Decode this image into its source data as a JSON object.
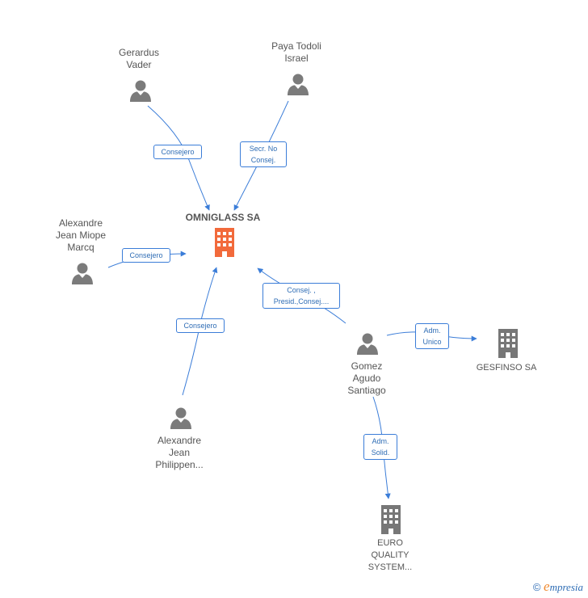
{
  "colors": {
    "edge": "#3b7dd8",
    "person_icon": "#7b7b7b",
    "company_icon": "#777777",
    "main_company_icon": "#f26a3b",
    "label_text": "#555555"
  },
  "nodes": {
    "omniglass": {
      "label": "OMNIGLASS SA",
      "icon": "building-icon"
    },
    "gerardus": {
      "label": "Gerardus\nVader",
      "icon": "person-icon"
    },
    "paya": {
      "label": "Paya Todoli\nIsrael",
      "icon": "person-icon"
    },
    "alexandre_marcq": {
      "label": "Alexandre\nJean Miope\nMarcq",
      "icon": "person-icon"
    },
    "alexandre_philippen": {
      "label": "Alexandre\nJean\nPhilippen...",
      "icon": "person-icon"
    },
    "gomez": {
      "label": "Gomez\nAgudo\nSantiago",
      "icon": "person-icon"
    },
    "gesfinso": {
      "label": "GESFINSO SA",
      "icon": "building-icon"
    },
    "euro_quality": {
      "label": "EURO\nQUALITY\nSYSTEM...",
      "icon": "building-icon"
    }
  },
  "edges": {
    "gerardus_omniglass": "Consejero",
    "paya_omniglass": "Secr.  No\nConsej.",
    "marcq_omniglass": "Consejero",
    "philippen_omniglass": "Consejero",
    "gomez_omniglass": "Consej. ,\nPresid.,Consej....",
    "gomez_gesfinso": "Adm.\nUnico",
    "gomez_euro": "Adm.\nSolid."
  },
  "footer": {
    "copyright": "©",
    "brand_first": "e",
    "brand_rest": "mpresia"
  }
}
